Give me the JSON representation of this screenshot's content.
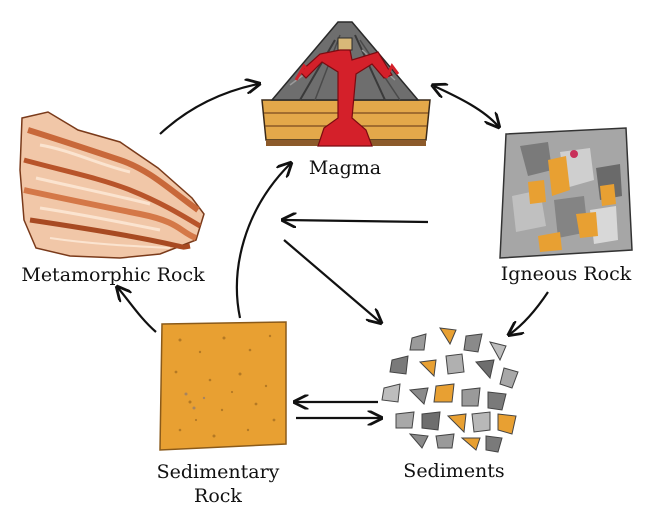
{
  "labels": {
    "magma": "Magma",
    "metamorphic": "Metamorphic Rock",
    "igneous": "Igneous Rock",
    "sedimentary_line1": "Sedimentary",
    "sedimentary_line2": "Rock",
    "sediments": "Sediments"
  },
  "colors": {
    "magma_red": "#d4202a",
    "rock_orange": "#e8a032",
    "igneous_grey": "#9a9a9a",
    "metamorphic_rust": "#c8683a",
    "arrow": "#111111"
  }
}
